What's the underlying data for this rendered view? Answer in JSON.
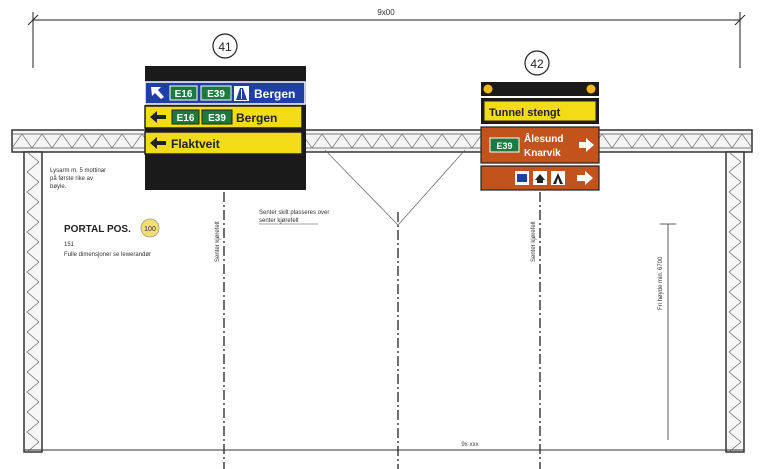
{
  "dimensions": {
    "top_span": "9x00",
    "bottom_span": "9x·xxx",
    "right_height": "Fri høyde min. 6700"
  },
  "gantry": {
    "portal_label": "PORTAL POS.",
    "portal_number": "100",
    "portal_sub_1": "151",
    "portal_sub_2": "Fulle dimensjoner se lewerandør",
    "left_note": [
      "Lysarm m. 5 mottinar",
      "på første rike av",
      "bøyle."
    ],
    "center_note": [
      "Senter skilt plasseres over",
      "senter kjørefelt"
    ],
    "lane_center_label": "Senter kjørefelt"
  },
  "sign_41": {
    "number": "41",
    "rows": [
      {
        "kind": "blue",
        "arrow": "up-left",
        "routes": [
          "E16",
          "E39"
        ],
        "symbol": "motorway",
        "text": "Bergen"
      },
      {
        "kind": "yellow",
        "arrow": "left",
        "routes": [
          "E16",
          "E39"
        ],
        "text": "Bergen"
      },
      {
        "kind": "yellow",
        "arrow": "left",
        "routes": [],
        "text": "Flaktveit"
      }
    ]
  },
  "sign_42": {
    "number": "42",
    "top_text": "Tunnel stengt",
    "route": "E39",
    "destinations": [
      "Ålesund",
      "Knarvik"
    ],
    "service_icons": [
      "camping-cabin-icon",
      "tourist-icon",
      "campsite-icon"
    ]
  },
  "colors": {
    "blue": "#1f3fa6",
    "yellow": "#f1dc16",
    "brown": "#c2531c",
    "green": "#1c7a3e",
    "black": "#1a1a1a",
    "gantry": "#3a3a3a"
  }
}
